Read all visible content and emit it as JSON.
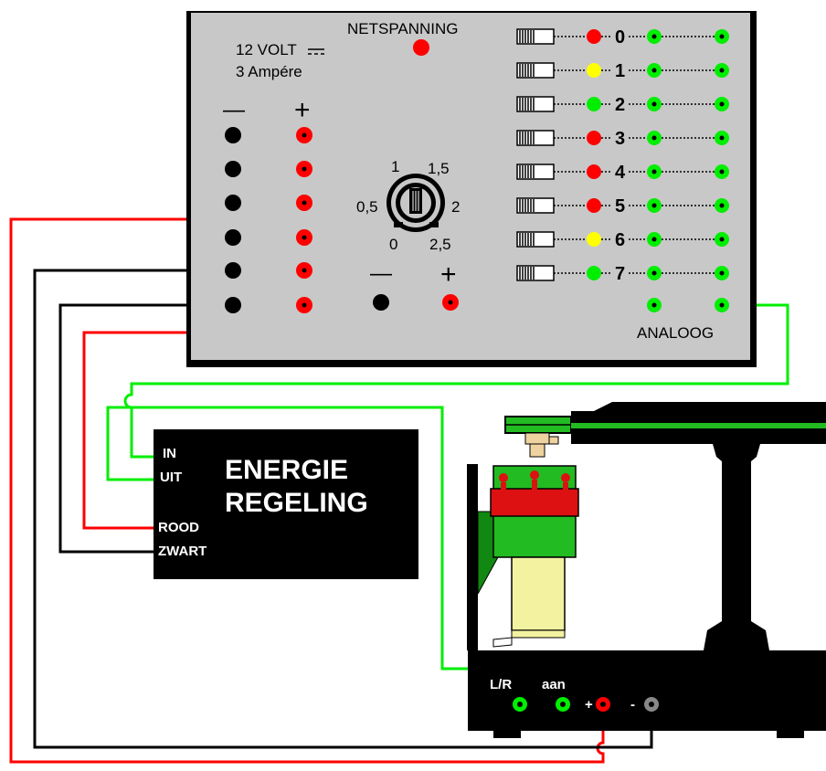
{
  "power_panel": {
    "supply_label": "NETSPANNING",
    "rating_voltage": "12 VOLT",
    "rating_current": "3 Ampére",
    "minus_symbol": "—",
    "plus_symbol": "+",
    "knob_scale": [
      "0",
      "0,5",
      "1",
      "1,5",
      "2",
      "2,5"
    ],
    "knob_minus": "—",
    "knob_plus": "+",
    "channels": [
      {
        "label": "0",
        "led_color": "#ff0000"
      },
      {
        "label": "1",
        "led_color": "#ffff00"
      },
      {
        "label": "2",
        "led_color": "#00ee00"
      },
      {
        "label": "3",
        "led_color": "#ff0000"
      },
      {
        "label": "4",
        "led_color": "#ff0000"
      },
      {
        "label": "5",
        "led_color": "#ff0000"
      },
      {
        "label": "6",
        "led_color": "#ffff00"
      },
      {
        "label": "7",
        "led_color": "#00ee00"
      }
    ],
    "analog_label": "ANALOOG"
  },
  "energy_box": {
    "title_line1": "ENERGIE",
    "title_line2": "REGELING",
    "port_in": "IN",
    "port_out": "UIT",
    "port_red": "ROOD",
    "port_black": "ZWART"
  },
  "machine": {
    "lr_label": "L/R",
    "on_label": "aan",
    "plus_label": "+",
    "minus_label": "-"
  },
  "colors": {
    "panel": "#c8c8c8",
    "wire_red": "#ff0000",
    "wire_green": "#00ee00",
    "wire_black": "#000000",
    "motor_green": "#22bb22",
    "motor_red": "#dd1111",
    "motor_yellow": "#f2f2a0"
  }
}
